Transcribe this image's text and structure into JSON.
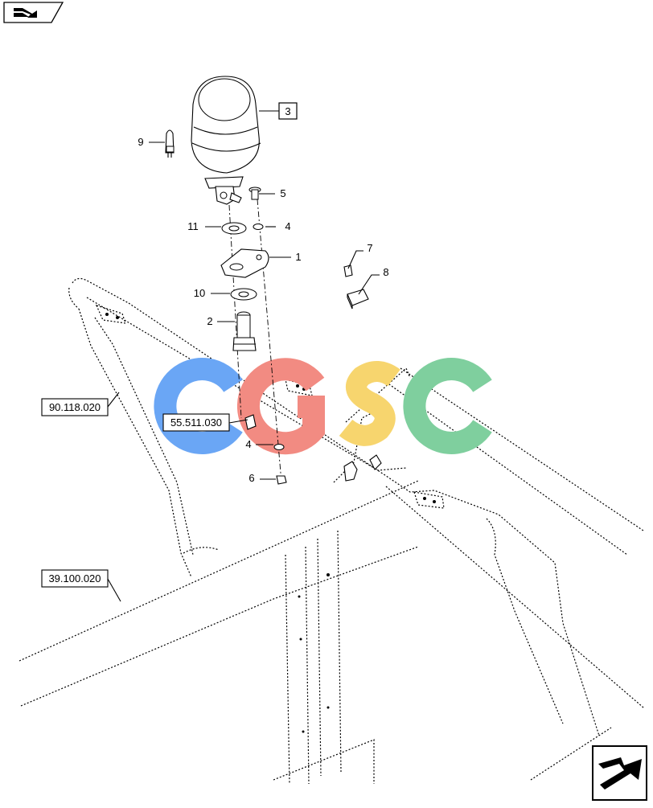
{
  "diagram": {
    "callouts": [
      "1",
      "2",
      "3",
      "4",
      "4",
      "5",
      "6",
      "7",
      "8",
      "9",
      "10",
      "11"
    ],
    "references": [
      "90.118.020",
      "55.511.030",
      "39.100.020"
    ],
    "watermark": "CGSC",
    "watermark_colors": [
      "#6aa6f5",
      "#f28b82",
      "#f7d56e",
      "#7fcf9e"
    ],
    "icons": {
      "corner_tab": "book-arrow-icon",
      "next_page": "next-page-arrow-icon"
    }
  }
}
